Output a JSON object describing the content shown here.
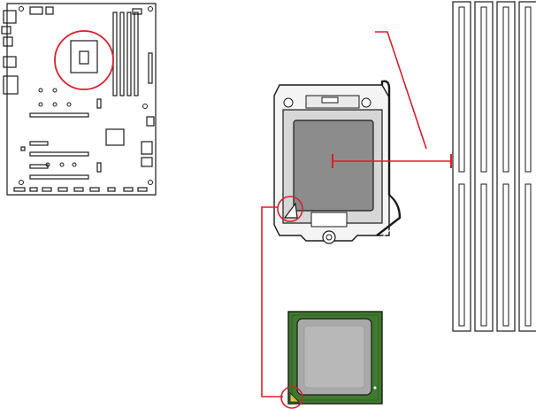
{
  "diagram": {
    "title": "",
    "colors": {
      "line": "#1a1a1a",
      "highlight": "#d8202a",
      "chip_green": "#3f7a2e",
      "chip_green_dark": "#2f5e22",
      "ihs_gray": "#a9a9a9",
      "socket_gray": "#8c8c8c",
      "dimm_fill": "#ffffff"
    },
    "icons": [
      "motherboard-outline",
      "cpu-socket",
      "cpu-chip",
      "memory-slot",
      "orientation-triangle-marker"
    ]
  }
}
